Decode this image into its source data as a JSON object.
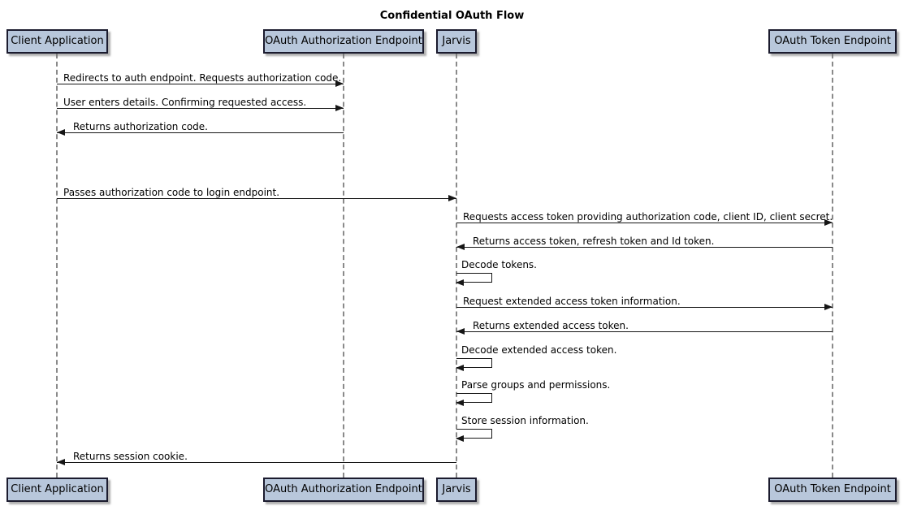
{
  "diagram": {
    "type": "sequence-diagram",
    "title": "Confidential OAuth Flow",
    "participants": [
      {
        "name": "Client Application"
      },
      {
        "name": "OAuth Authorization Endpoint"
      },
      {
        "name": "Jarvis"
      },
      {
        "name": "OAuth Token Endpoint"
      }
    ],
    "messages": [
      {
        "from": "Client Application",
        "to": "OAuth Authorization Endpoint",
        "direction": "right",
        "text": "Redirects to auth endpoint. Requests authorization code."
      },
      {
        "from": "Client Application",
        "to": "OAuth Authorization Endpoint",
        "direction": "right",
        "text": "User enters details. Confirming requested access."
      },
      {
        "from": "OAuth Authorization Endpoint",
        "to": "Client Application",
        "direction": "left",
        "text": "Returns authorization code."
      },
      {
        "from": "Client Application",
        "to": "Jarvis",
        "direction": "right",
        "text": "Passes authorization code to login endpoint."
      },
      {
        "from": "Jarvis",
        "to": "OAuth Token Endpoint",
        "direction": "right",
        "text": "Requests access token providing authorization code, client ID, client secret."
      },
      {
        "from": "OAuth Token Endpoint",
        "to": "Jarvis",
        "direction": "left",
        "text": "Returns access token, refresh token and Id token."
      },
      {
        "from": "Jarvis",
        "to": "Jarvis",
        "direction": "self",
        "text": "Decode tokens."
      },
      {
        "from": "Jarvis",
        "to": "OAuth Token Endpoint",
        "direction": "right",
        "text": "Request extended access token information."
      },
      {
        "from": "OAuth Token Endpoint",
        "to": "Jarvis",
        "direction": "left",
        "text": "Returns extended access token."
      },
      {
        "from": "Jarvis",
        "to": "Jarvis",
        "direction": "self",
        "text": "Decode extended access token."
      },
      {
        "from": "Jarvis",
        "to": "Jarvis",
        "direction": "self",
        "text": "Parse groups and permissions."
      },
      {
        "from": "Jarvis",
        "to": "Jarvis",
        "direction": "self",
        "text": "Store session information."
      },
      {
        "from": "Jarvis",
        "to": "Client Application",
        "direction": "left",
        "text": "Returns session cookie."
      }
    ],
    "colors": {
      "participant_fill": "#B8C7DB",
      "participant_border": "#1B1B2E",
      "lifeline": "#8A8A8A",
      "arrow": "#161616",
      "background": "#FFFFFF"
    }
  }
}
